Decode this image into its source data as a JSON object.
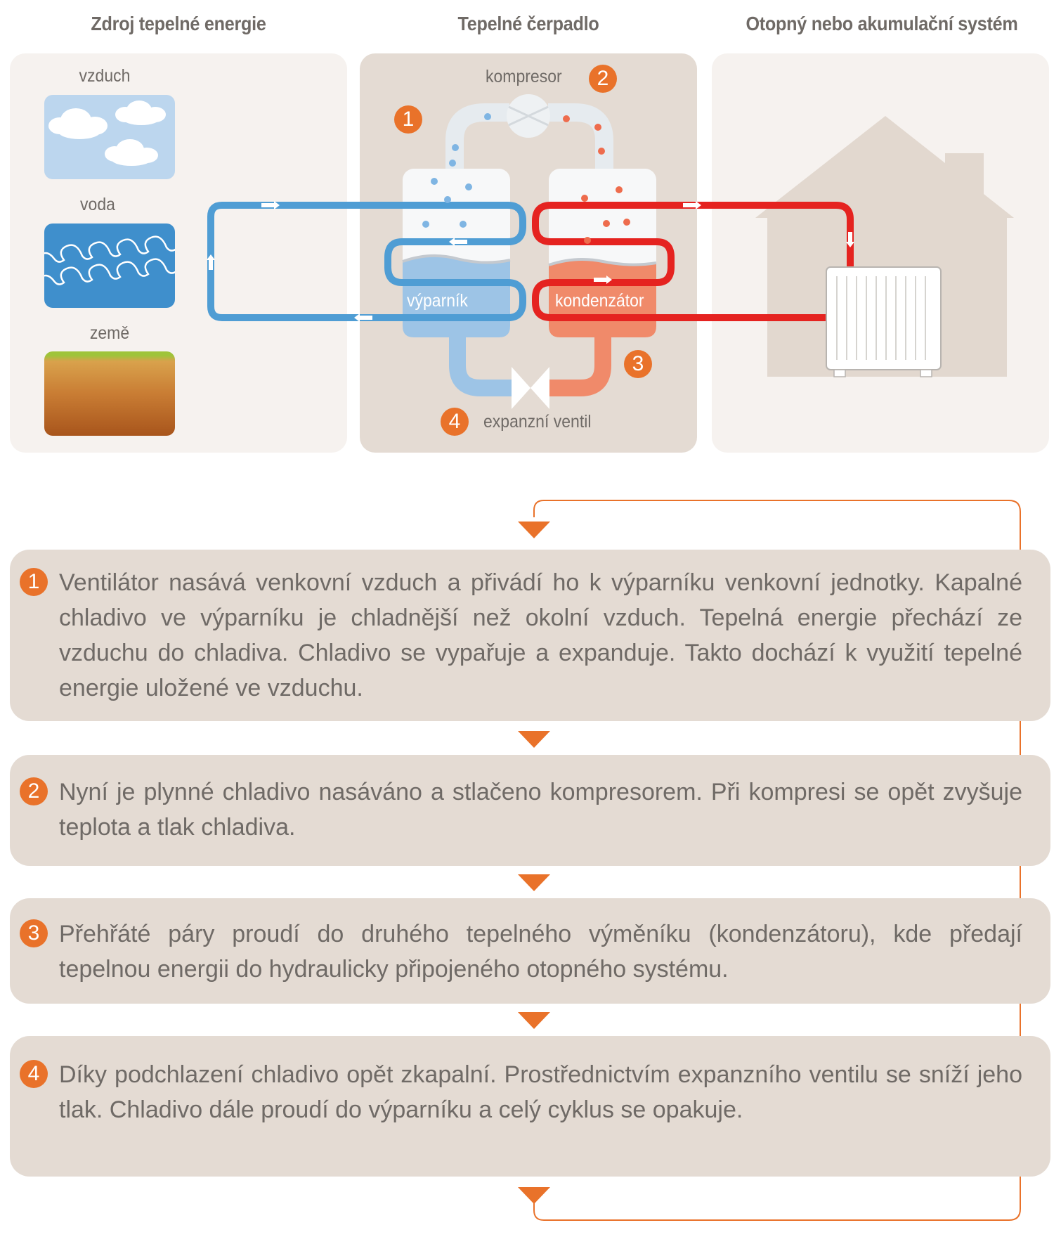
{
  "columns": {
    "source": "Zdroj tepelné energie",
    "heat_pump": "Tepelné čerpadlo",
    "heating": "Otopný nebo akumulační systém"
  },
  "sources": [
    {
      "label": "vzduch",
      "icon": "clouds-icon"
    },
    {
      "label": "voda",
      "icon": "waves-icon"
    },
    {
      "label": "země",
      "icon": "ground-icon"
    }
  ],
  "heat_pump": {
    "compressor": "kompresor",
    "evaporator": "výparník",
    "condenser": "kondenzátor",
    "valve": "expanzní ventil",
    "badges": [
      "1",
      "2",
      "3",
      "4"
    ]
  },
  "colors": {
    "accent": "#e9722a",
    "cold": "#5ba3d6",
    "hot": "#e52320",
    "panel_light": "#f6f2ef",
    "panel_dark": "#e4dbd3"
  },
  "steps": [
    {
      "num": "1",
      "text": "Ventilátor nasává venkovní vzduch a přivádí ho k výparníku venkovní jednotky. Kapalné chladivo ve výparníku je chladnější než okolní vzduch. Tepelná energie přechází ze vzduchu do chladiva. Chladivo se vypařuje a expanduje. Takto dochází k využití tepelné energie uložené ve vzduchu."
    },
    {
      "num": "2",
      "text": "Nyní je plynné chladivo nasáváno a stlačeno kompresorem. Při kompresi se opět zvyšuje teplota a tlak chladiva."
    },
    {
      "num": "3",
      "text": "Přehřáté páry proudí do druhého tepelného výměníku (kondenzátoru), kde předají tepelnou energii do hydraulicky připojeného otopného systému."
    },
    {
      "num": "4",
      "text": "Díky podchlazení chladivo opět zkapalní. Prostřednictvím expanzního ventilu se sníží jeho tlak. Chladivo dále proudí do výparníku a celý cyklus se opakuje."
    }
  ]
}
